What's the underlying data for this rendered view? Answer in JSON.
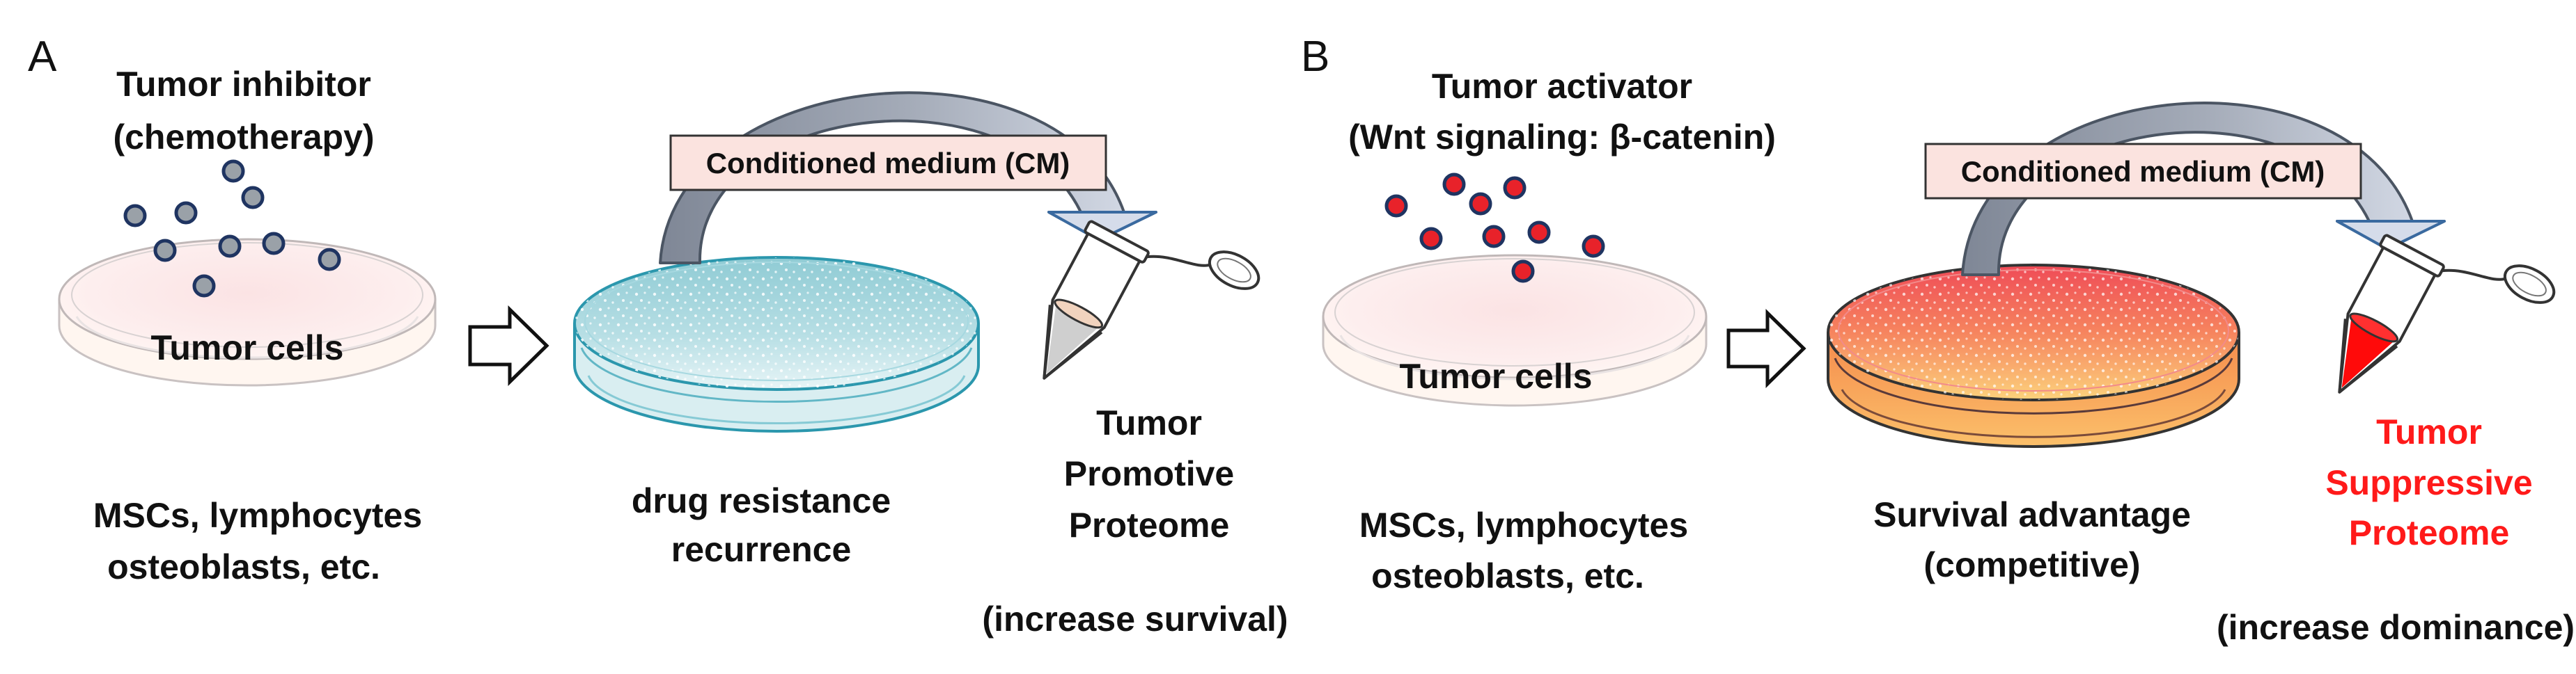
{
  "panel_a": {
    "letter": "A",
    "inhibitor_line1": "Tumor inhibitor",
    "inhibitor_line2": "(chemotherapy)",
    "dish1_label": "Tumor cells",
    "stroma_line1": "MSCs, lymphocytes",
    "stroma_line2": "osteoblasts, etc.",
    "cm_label": "Conditioned medium (CM)",
    "dish2_line1": "drug resistance",
    "dish2_line2": "recurrence",
    "proteome_line1": "Tumor",
    "proteome_line2": "Promotive",
    "proteome_line3": "Proteome",
    "outcome": "(increase survival)",
    "colors": {
      "bead": "#9aa1a8",
      "bead_ring": "#1f3461",
      "dish2": "#7ec3cf",
      "tube_tip": "#cfcfcf",
      "proteome_text": "#111111"
    }
  },
  "panel_b": {
    "letter": "B",
    "activator_line1": "Tumor activator",
    "activator_line2": "(Wnt signaling: β-catenin)",
    "dish1_label": "Tumor cells",
    "stroma_line1": "MSCs, lymphocytes",
    "stroma_line2": "osteoblasts, etc.",
    "cm_label": "Conditioned medium (CM)",
    "dish2_line1": "Survival advantage",
    "dish2_line2": "(competitive)",
    "proteome_line1": "Tumor",
    "proteome_line2": "Suppressive",
    "proteome_line3": "Proteome",
    "outcome": "(increase dominance)",
    "colors": {
      "bead": "#e8222a",
      "bead_ring": "#1f3461",
      "dish2": "#f26a5a",
      "tube_tip": "#ff0a0a",
      "proteome_text": "#ff1a1a"
    }
  }
}
